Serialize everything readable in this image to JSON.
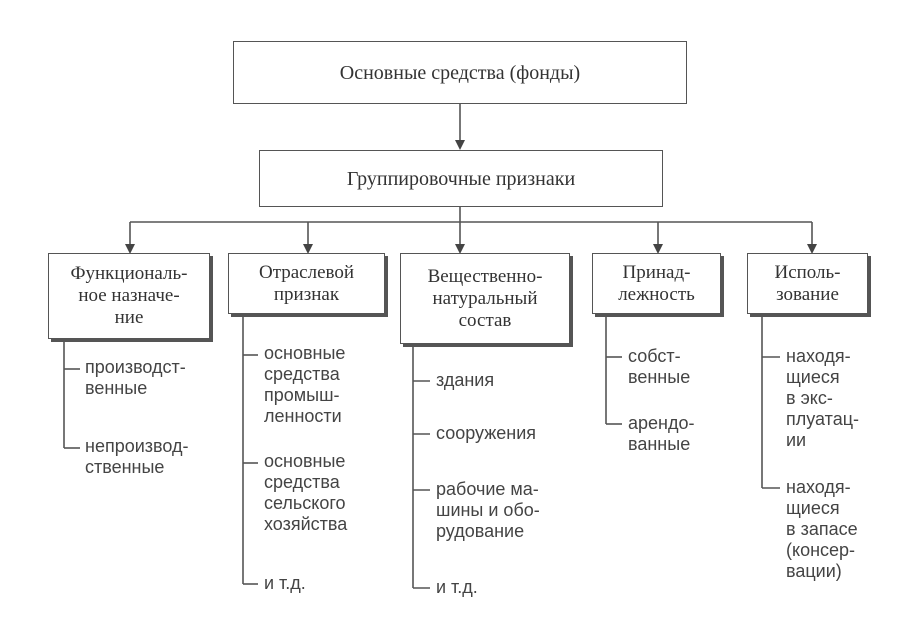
{
  "root": "Основные средства (фонды)",
  "group": "Группировочные признаки",
  "categories": [
    {
      "label": "Функциональ-\nное назначе-\nние",
      "items": [
        "производст-\nвенные",
        "непроизвод-\nственные"
      ]
    },
    {
      "label": "Отраслевой\nпризнак",
      "items": [
        "основные\nсредства\nпромыш-\nленности",
        "основные\nсредства\nсельского\nхозяйства",
        "и т.д."
      ]
    },
    {
      "label": "Вещественно-\nнатуральный\nсостав",
      "items": [
        "здания",
        "сооружения",
        "рабочие ма-\nшины и обо-\nрудование",
        "и т.д."
      ]
    },
    {
      "label": "Принад-\nлежность",
      "items": [
        "собст-\nвенные",
        "арендо-\nванные"
      ]
    },
    {
      "label": "Исполь-\nзование",
      "items": [
        "находя-\nщиеся\nв экс-\nплуатац-\nии",
        "находя-\nщиеся\nв запасе\n(консер-\nвации)"
      ]
    }
  ]
}
